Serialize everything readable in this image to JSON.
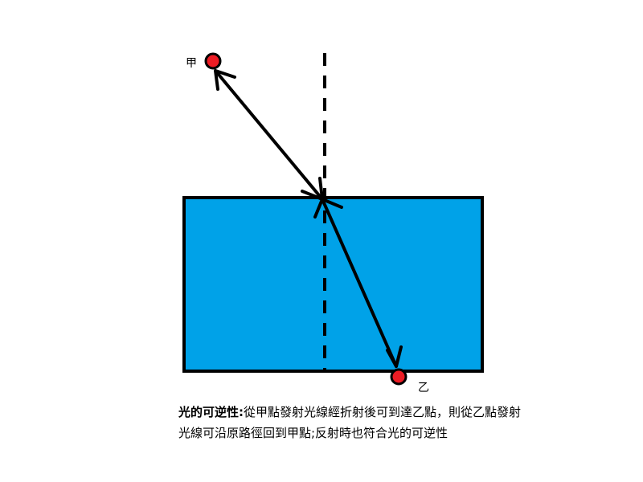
{
  "points": {
    "a_label": "甲",
    "b_label": "乙"
  },
  "caption": {
    "title": "光的可逆性:",
    "line1_rest": "從甲點發射光線經折射後可到達乙點，則從乙點發射",
    "line2": "光線可沿原路徑回到甲點;反射時也符合光的可逆性"
  },
  "colors": {
    "medium_fill": "#00a2e8",
    "point_fill": "#ed1c24",
    "line": "#000000",
    "background": "#ffffff"
  }
}
